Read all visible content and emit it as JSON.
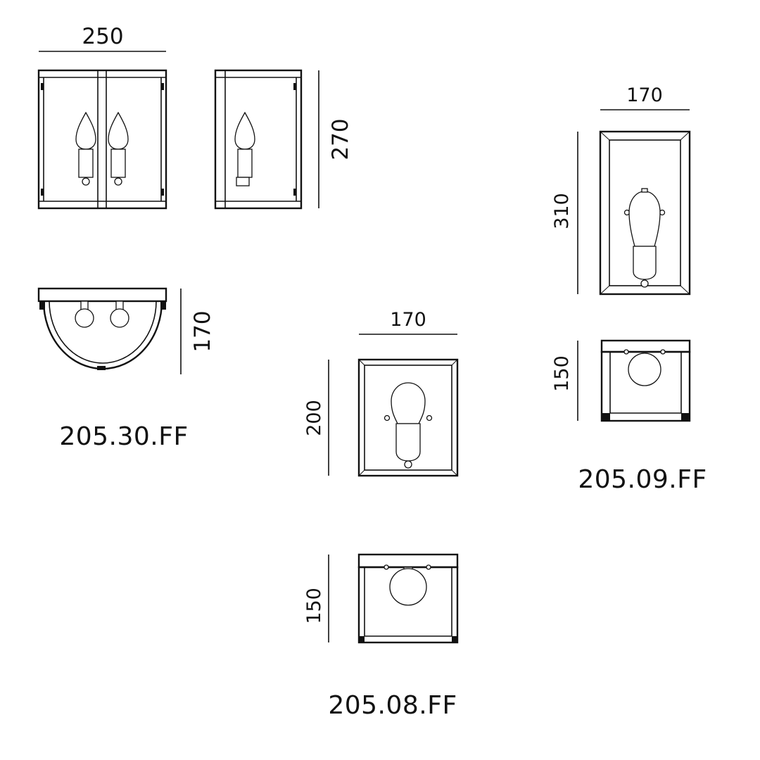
{
  "products": [
    {
      "code": "205.30.FF",
      "dimensions": {
        "width": "250",
        "height": "270",
        "depth": "170"
      }
    },
    {
      "code": "205.08.FF",
      "dimensions": {
        "width": "170",
        "height": "200",
        "depth": "150"
      }
    },
    {
      "code": "205.09.FF",
      "dimensions": {
        "width": "170",
        "height": "310",
        "depth": "150"
      }
    }
  ]
}
